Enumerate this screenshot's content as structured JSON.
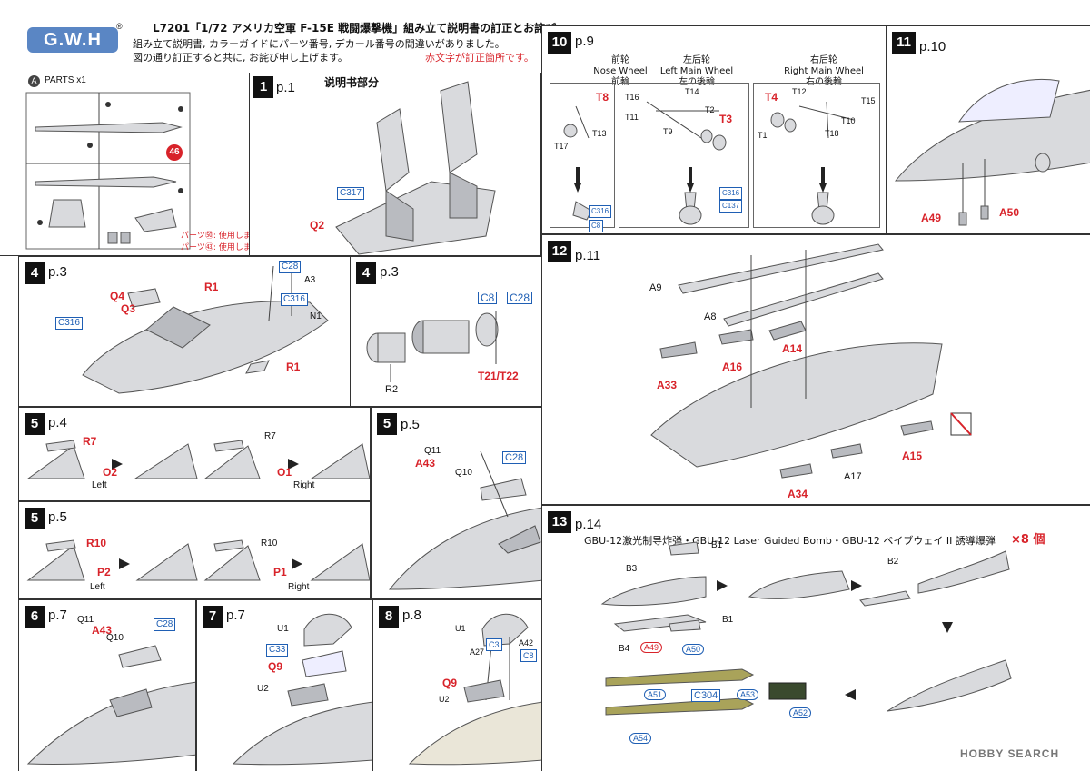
{
  "header": {
    "brand": "G.W.H",
    "reg_mark": "®",
    "title": "L7201「1/72 アメリカ空軍 F-15E 戦闘爆撃機」組み立て説明書の訂正とお詫び",
    "line1": "組み立て説明書, カラーガイドにパーツ番号, デカール番号の間違いがありました。",
    "line2": "図の通り訂正すると共に, お詫び申し上げます。",
    "note_red": "赤文字が訂正箇所です。"
  },
  "sprue": {
    "badge": "A",
    "title": "PARTS x1",
    "part_badge": "46",
    "note1": "パーツ㊿: 使用します。",
    "note2": "パーツ㊸: 使用しません。"
  },
  "panels": {
    "p1": {
      "num": "1",
      "page": "p.1",
      "caption": "说明书部分",
      "c317": "C317",
      "q2": "Q2"
    },
    "p4a": {
      "num": "4",
      "page": "p.3",
      "c28": "C28",
      "a3": "A3",
      "r1_top": "R1",
      "q4": "Q4",
      "q3": "Q3",
      "c316a": "C316",
      "c316b": "C316",
      "n1": "N1",
      "r1_bottom": "R1"
    },
    "p4b": {
      "num": "4",
      "page": "p.3",
      "c8": "C8",
      "c28": "C28",
      "r2": "R2",
      "t21": "T21/T22"
    },
    "p5a": {
      "num": "5",
      "page": "p.4",
      "r7_red": "R7",
      "o2": "O2",
      "left": "Left",
      "r7": "R7",
      "o1": "O1",
      "right": "Right"
    },
    "p5b": {
      "num": "5",
      "page": "p.5",
      "r10_red": "R10",
      "p2": "P2",
      "left": "Left",
      "r10": "R10",
      "p1": "P1",
      "right": "Right"
    },
    "p5c": {
      "num": "5",
      "page": "p.5",
      "q11": "Q11",
      "a43": "A43",
      "c28": "C28",
      "q10": "Q10"
    },
    "p6": {
      "num": "6",
      "page": "p.7",
      "q11": "Q11",
      "a43": "A43",
      "c28": "C28",
      "q10": "Q10"
    },
    "p7": {
      "num": "7",
      "page": "p.7",
      "u1": "U1",
      "c33": "C33",
      "q9": "Q9",
      "u2": "U2"
    },
    "p8": {
      "num": "8",
      "page": "p.8",
      "u1": "U1",
      "c3": "C3",
      "a42": "A42",
      "a27": "A27",
      "c8": "C8",
      "q9": "Q9",
      "u2": "U2"
    },
    "p10": {
      "num": "10",
      "page": "p.9",
      "nose_cn": "前轮",
      "nose_en": "Nose Wheel",
      "nose_ja": "前輪",
      "left_cn": "左后轮",
      "left_en": "Left Main Wheel",
      "left_ja": "左の後輪",
      "right_cn": "右后轮",
      "right_en": "Right Main Wheel",
      "right_ja": "右の後輪",
      "t8": "T8",
      "t17": "T17",
      "t13": "T13",
      "c316": "C316",
      "c8": "C8",
      "t16": "T16",
      "t14": "T14",
      "t11": "T11",
      "t2": "T2",
      "t3": "T3",
      "t9": "T9",
      "c316b": "C316",
      "c137": "C137",
      "t4": "T4",
      "t12": "T12",
      "t15": "T15",
      "t10": "T10",
      "t1": "T1",
      "t18": "T18"
    },
    "p11": {
      "num": "11",
      "page": "p.10",
      "a49": "A49",
      "a50": "A50"
    },
    "p12": {
      "num": "12",
      "page": "p.11",
      "a9": "A9",
      "a8": "A8",
      "a14": "A14",
      "a16": "A16",
      "a33": "A33",
      "a15": "A15",
      "a17": "A17",
      "a34": "A34"
    },
    "p13": {
      "num": "13",
      "page": "p.14",
      "title": "GBU-12激光制导炸弹・GBU-12 Laser Guided Bomb・GBU-12 ペイブウェイ II 誘導爆弾",
      "qty": "×8 個",
      "b1a": "B1",
      "b3": "B3",
      "b1b": "B1",
      "b4": "B4",
      "b2": "B2",
      "a49": "A49",
      "a50": "A50",
      "a51": "A51",
      "c304": "C304",
      "a53": "A53",
      "a54": "A54",
      "a52": "A52"
    }
  },
  "watermark": "HOBBY SEARCH",
  "colors": {
    "correction_red": "#d8232a",
    "decal_blue": "#1f5fb4",
    "part_gray": "#d9dadd",
    "bomb_olive": "#a9a35a"
  }
}
